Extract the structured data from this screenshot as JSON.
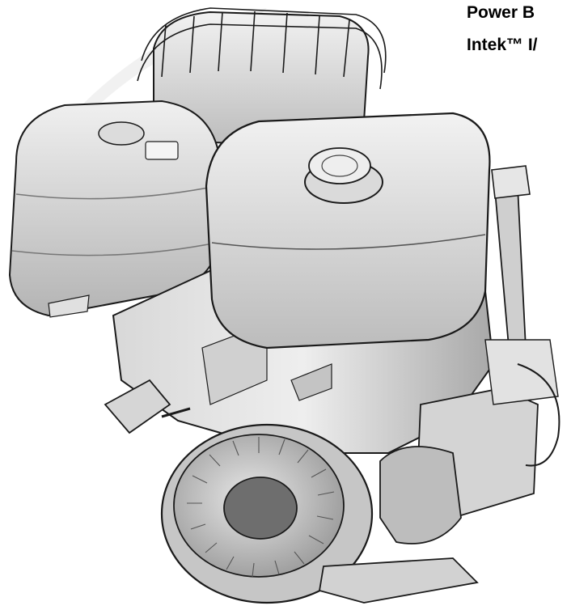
{
  "document": {
    "title_line_1": "Power B",
    "title_line_2": "Intek™ I/"
  },
  "illustration": {
    "subject": "engine-illustration",
    "colors": {
      "fill_light": "#e6e6e6",
      "fill_mid": "#c8c8c8",
      "fill_dark": "#8c8c8c",
      "outline": "#1a1a1a",
      "watermark": "#ececec"
    }
  }
}
